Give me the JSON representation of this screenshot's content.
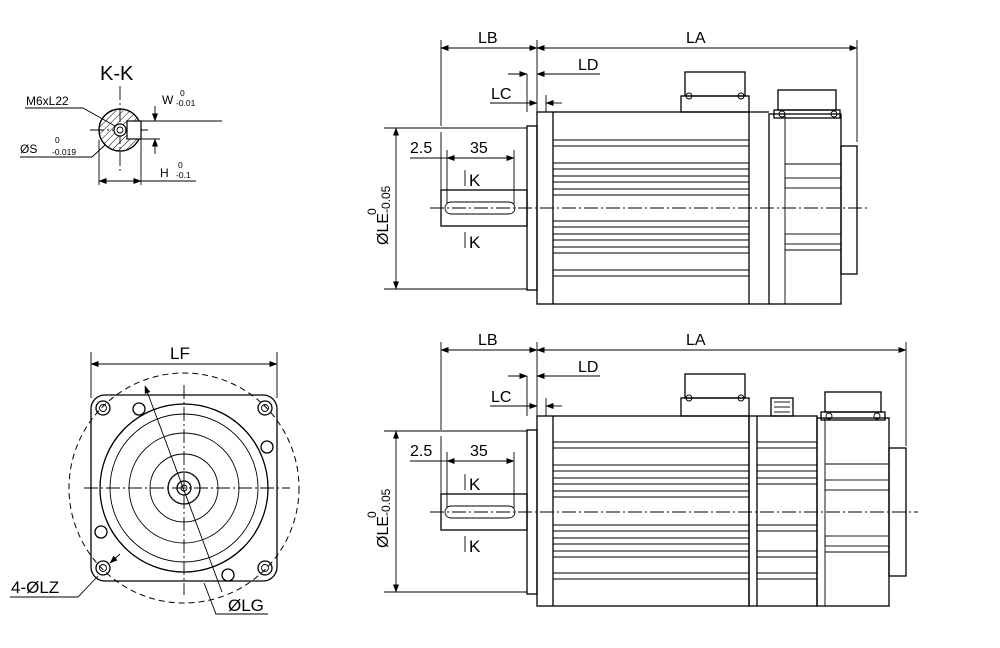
{
  "section": {
    "title": "K-K",
    "thread": "M6xL22",
    "s_label": "ØS",
    "s_tol_upper": "0",
    "s_tol_lower": "-0.019",
    "w_label": "W",
    "w_tol_upper": "0",
    "w_tol_lower": "-0.01",
    "h_label": "H",
    "h_tol_upper": "0",
    "h_tol_lower": "-0.1"
  },
  "front_view": {
    "lf_label": "LF",
    "lz_label": "4-ØLZ",
    "lg_label": "ØLG"
  },
  "side_view_top": {
    "lb_label": "LB",
    "la_label": "LA",
    "ld_label": "LD",
    "lc_label": "LC",
    "dim_2_5": "2.5",
    "dim_35": "35",
    "k_top": "K",
    "k_bottom": "K",
    "le_label": "ØLE",
    "le_tol_upper": "0",
    "le_tol_lower": "-0.05"
  },
  "side_view_bottom": {
    "lb_label": "LB",
    "la_label": "LA",
    "ld_label": "LD",
    "lc_label": "LC",
    "dim_2_5": "2.5",
    "dim_35": "35",
    "k_top": "K",
    "k_bottom": "K",
    "le_label": "ØLE",
    "le_tol_upper": "0",
    "le_tol_lower": "-0.05"
  }
}
